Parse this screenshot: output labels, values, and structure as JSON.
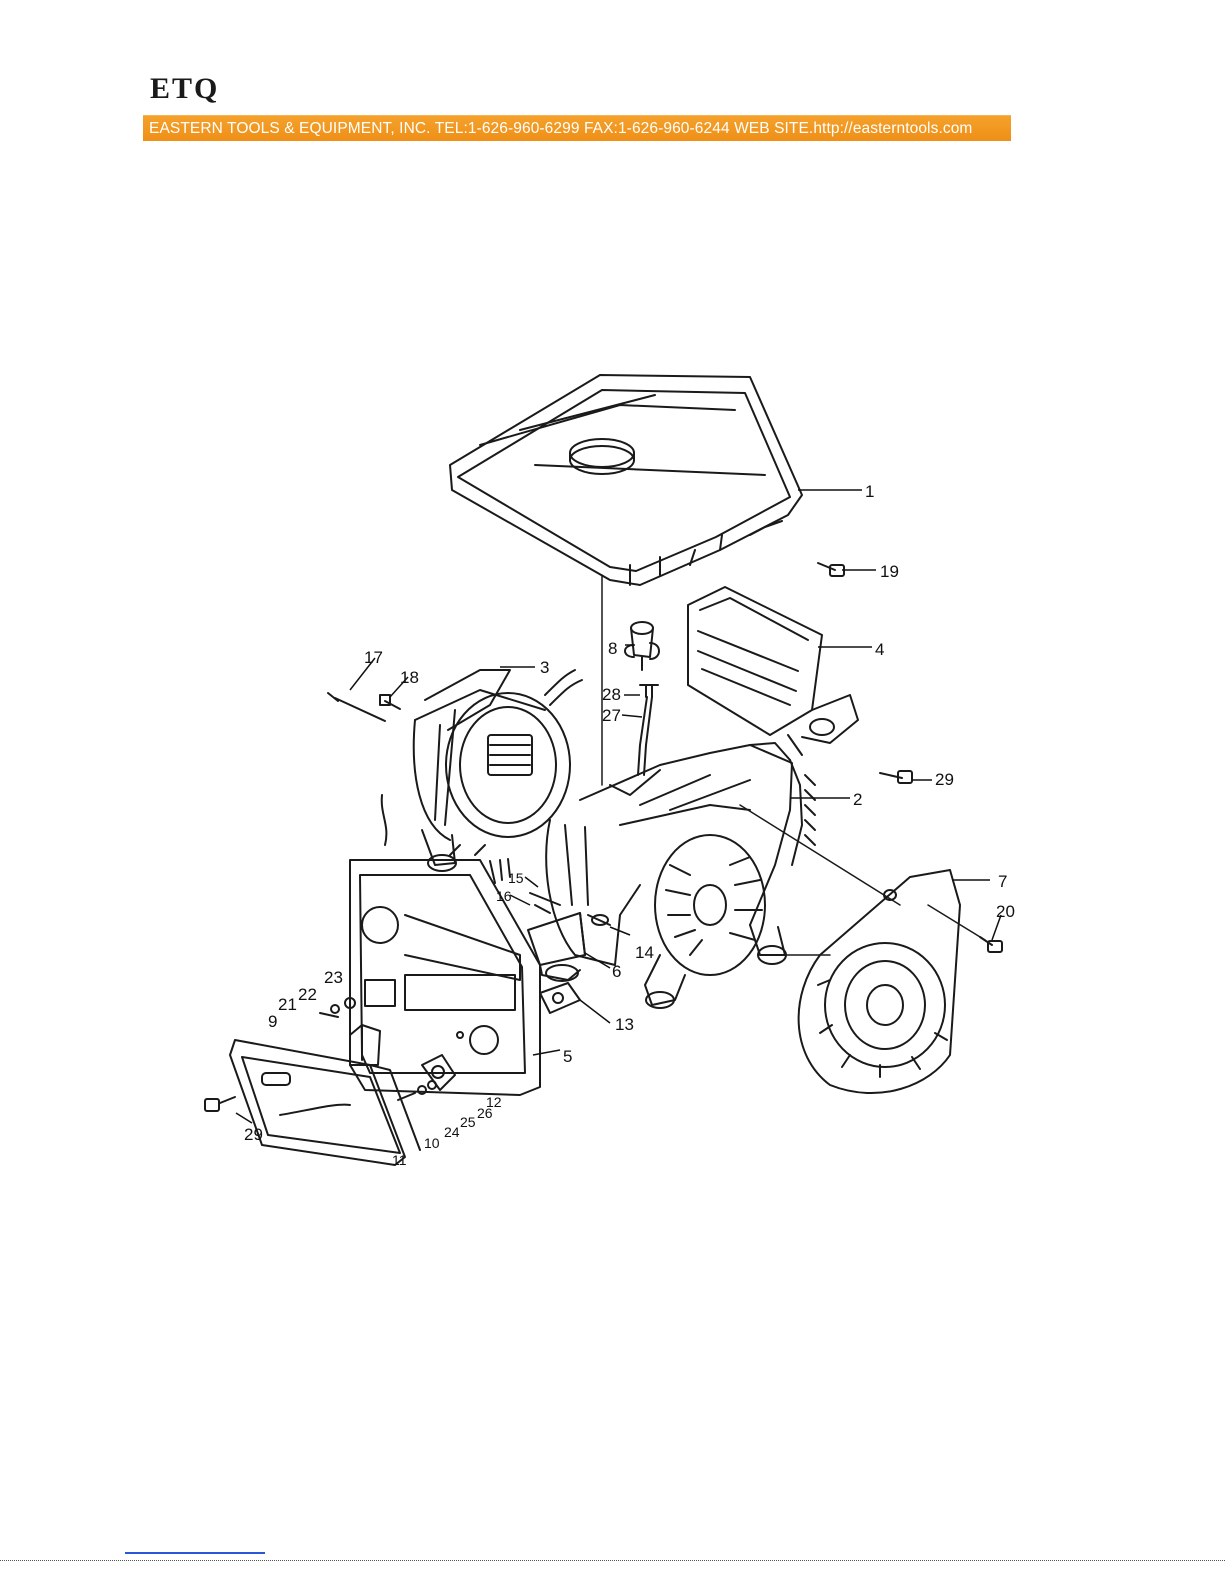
{
  "header": {
    "brand": "ETQ",
    "banner_text": "EASTERN TOOLS & EQUIPMENT, INC.    TEL:1-626-960-6299  FAX:1-626-960-6244  WEB SITE.http://easterntools.com"
  },
  "colors": {
    "banner": "#ef8f17",
    "link": "#2b57d9",
    "ink": "#111111"
  },
  "diagram": {
    "callouts": {
      "c1": "1",
      "c2": "2",
      "c3": "3",
      "c4": "4",
      "c5": "5",
      "c6": "6",
      "c7": "7",
      "c8": "8",
      "c9": "9",
      "c10": "10",
      "c11": "11",
      "c12": "12",
      "c13": "13",
      "c14": "14",
      "c15": "15",
      "c16": "16",
      "c17": "17",
      "c18": "18",
      "c19": "19",
      "c20": "20",
      "c21": "21",
      "c22": "22",
      "c23": "23",
      "c24": "24",
      "c25": "25",
      "c26": "26",
      "c27": "27",
      "c28": "28",
      "c29a": "29",
      "c29b": "29"
    }
  }
}
